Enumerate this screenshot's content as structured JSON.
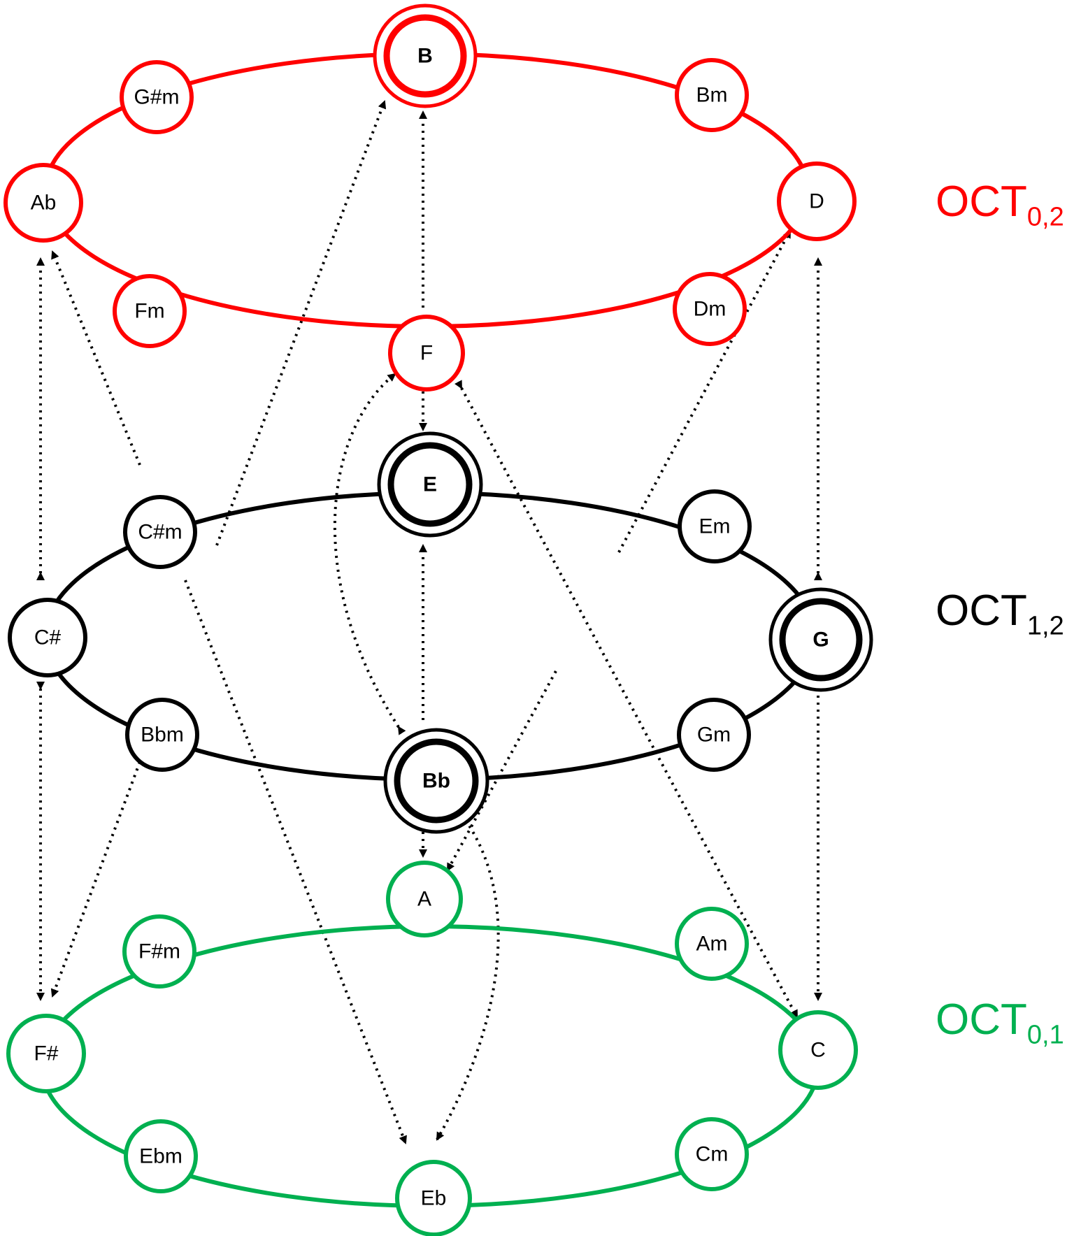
{
  "layers": [
    {
      "id": "top",
      "label_main": "OCT",
      "label_sub": "0,2",
      "color": "#ff0000",
      "nodes": [
        {
          "id": "B",
          "label": "B",
          "emphasis": "bold"
        },
        {
          "id": "Bm",
          "label": "Bm"
        },
        {
          "id": "D",
          "label": "D"
        },
        {
          "id": "Dm",
          "label": "Dm"
        },
        {
          "id": "F",
          "label": "F"
        },
        {
          "id": "Fm",
          "label": "Fm"
        },
        {
          "id": "Ab",
          "label": "Ab"
        },
        {
          "id": "G#m",
          "label": "G#m"
        }
      ]
    },
    {
      "id": "middle",
      "label_main": "OCT",
      "label_sub": "1,2",
      "color": "#000000",
      "nodes": [
        {
          "id": "E",
          "label": "E",
          "emphasis": "bold"
        },
        {
          "id": "Em",
          "label": "Em"
        },
        {
          "id": "G",
          "label": "G",
          "emphasis": "bold"
        },
        {
          "id": "Gm",
          "label": "Gm"
        },
        {
          "id": "Bb",
          "label": "Bb",
          "emphasis": "bold"
        },
        {
          "id": "Bbm",
          "label": "Bbm"
        },
        {
          "id": "C#",
          "label": "C#"
        },
        {
          "id": "C#m",
          "label": "C#m"
        }
      ]
    },
    {
      "id": "bottom",
      "label_main": "OCT",
      "label_sub": "0,1",
      "color": "#00b050",
      "nodes": [
        {
          "id": "A",
          "label": "A"
        },
        {
          "id": "Am",
          "label": "Am"
        },
        {
          "id": "C",
          "label": "C"
        },
        {
          "id": "Cm",
          "label": "Cm"
        },
        {
          "id": "Eb",
          "label": "Eb"
        },
        {
          "id": "Ebm",
          "label": "Ebm"
        },
        {
          "id": "F#",
          "label": "F#"
        },
        {
          "id": "F#m",
          "label": "F#m"
        }
      ]
    }
  ],
  "connections": [
    {
      "from": "F",
      "to": "B",
      "style": "dotted-arrow"
    },
    {
      "from": "Bb",
      "to": "E",
      "style": "dotted-arrow"
    },
    {
      "from": "C#",
      "to": "Ab",
      "style": "dotted-double-arrow"
    },
    {
      "from": "C#",
      "to": "F#",
      "style": "dotted-double-arrow"
    },
    {
      "from": "G",
      "to": "D",
      "style": "dotted-double-arrow"
    },
    {
      "from": "G",
      "to": "C",
      "style": "dotted-double-arrow"
    },
    {
      "from": "F",
      "to": "E",
      "style": "dotted-arrow"
    },
    {
      "from": "Bb",
      "to": "A",
      "style": "dotted-arrow"
    },
    {
      "from": "Bbm",
      "to": "F#",
      "style": "dotted-arrow"
    },
    {
      "from": "C#m",
      "to": "Eb",
      "style": "dotted-arrow"
    },
    {
      "from": "C#m",
      "to": "B",
      "style": "dotted-arrow"
    },
    {
      "from": "C#m",
      "to": "Ab",
      "style": "dotted-arrow"
    },
    {
      "from": "Em",
      "to": "D",
      "style": "dotted-arrow"
    },
    {
      "from": "Gm",
      "to": "A",
      "style": "dotted-arrow"
    },
    {
      "from": "Bb",
      "to": "F",
      "style": "dotted-double-arrow"
    },
    {
      "from": "Bb",
      "to": "Eb",
      "style": "dotted-double-arrow"
    },
    {
      "from": "F",
      "to": "C",
      "style": "dotted-double-arrow"
    }
  ]
}
